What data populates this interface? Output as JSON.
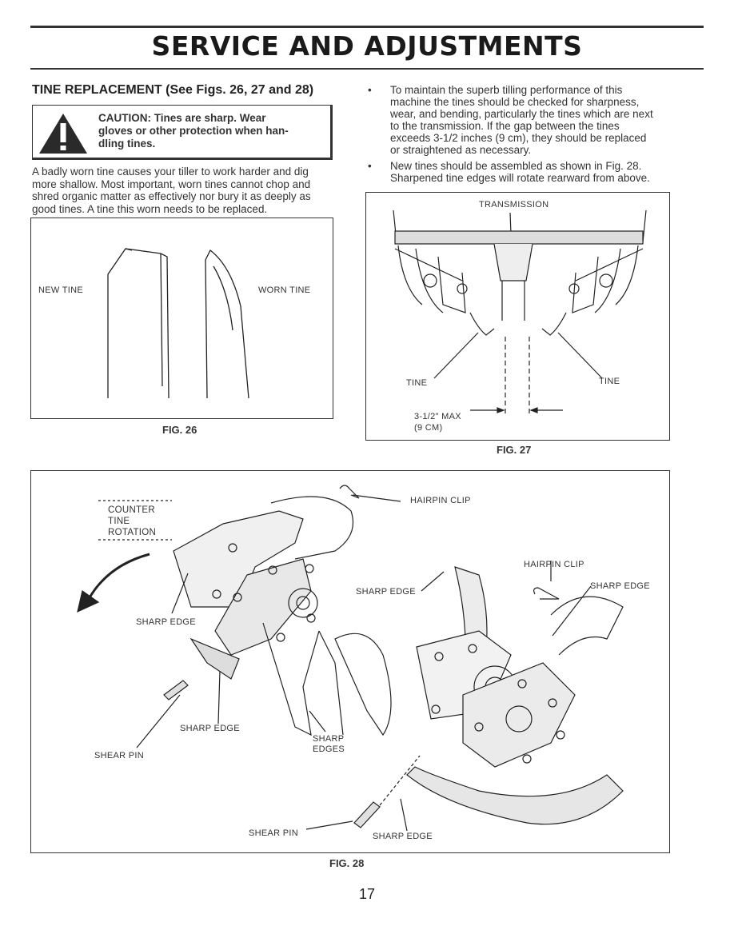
{
  "header": {
    "title": "SERVICE AND ADJUSTMENTS"
  },
  "left_column": {
    "heading": "TINE REPLACEMENT (See Figs. 26, 27 and 28)",
    "caution": {
      "icon": "warning-triangle-icon",
      "lines": [
        "CAUTION: Tines are sharp. Wear",
        "gloves or other protection when han-",
        "dling tines."
      ]
    },
    "paragraph_lines": [
      "A badly worn tine causes your tiller to work harder and dig",
      "more shallow. Most important, worn tines cannot chop and",
      "shred organic matter as effectively nor bury it as deeply as",
      "good tines. A tine this worn needs to be replaced."
    ]
  },
  "right_column": {
    "bullets": [
      {
        "lines": [
          "To maintain the superb tilling performance of this",
          "machine the tines should be checked for sharpness,",
          "wear, and bending, particularly the tines which are next",
          "to the transmission. If the gap between the tines",
          "exceeds 3-1/2 inches (9 cm), they should be replaced",
          "or straightened as necessary."
        ]
      },
      {
        "lines": [
          "New tines should be assembled as shown in Fig. 28.",
          "Sharpened tine edges will rotate rearward from above."
        ]
      }
    ]
  },
  "fig26": {
    "label": "FIG. 26",
    "new_tine": "NEW TINE",
    "worn_tine": "WORN TINE"
  },
  "fig27": {
    "label": "FIG. 27",
    "transmission": "TRANSMISSION",
    "tine_left": "TINE",
    "tine_right": "TINE",
    "gap_line1": "3-1/2\" MAX",
    "gap_line2": "(9 CM)"
  },
  "fig28": {
    "label": "FIG. 28",
    "counter_rotation": [
      "COUNTER",
      "TINE",
      "ROTATION"
    ],
    "hairpin_clip_1": "HAIRPIN CLIP",
    "hairpin_clip_2": "HAIRPIN CLIP",
    "sharp_edge_1": "SHARP EDGE",
    "sharp_edge_2": "SHARP EDGE",
    "sharp_edge_3": "SHARP EDGE",
    "sharp_edge_4": "SHARP EDGE",
    "sharp_edge_5": "SHARP EDGE",
    "sharp_edges": [
      "SHARP",
      "EDGES"
    ],
    "shear_pin_1": "SHEAR PIN",
    "shear_pin_2": "SHEAR PIN"
  },
  "footer": {
    "page_number": "17"
  }
}
